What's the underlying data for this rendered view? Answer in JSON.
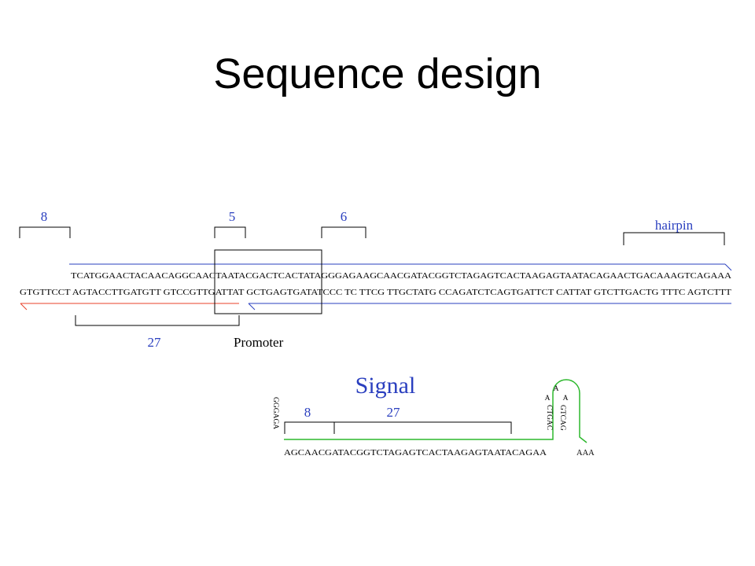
{
  "title": "Sequence design",
  "top_strand": "TCATGGAACTACAACAGGCAACTAATACGACTCACTATAGGGAGAAGCAACGATACGGTCTAGAGTCACTAAGAGTAATACAGAACTGACAAAGTCAGAAA",
  "bottom_strand": "GTGTTCCT AGTACCTTGATGTT GTCCGTTGATTAT GCTGAGTGATATCCC TC TTCG TTGCTATG CCAGATCTCAGTGATTCT CATTAT GTCTTGACTG TTTC AGTCTTT",
  "labels": {
    "n8": "8",
    "n5": "5",
    "n6": "6",
    "hairpin": "hairpin",
    "n27": "27",
    "promoter": "Promoter"
  },
  "signal": {
    "title": "Signal",
    "n8": "8",
    "n27": "27",
    "sequence": "AGCAACGATACGGTCTAGAGTCACTAAGAGTAATACAGAA",
    "tail": "AAA",
    "left_vertical": "GGGAGA",
    "stem_left": "CTGAC",
    "stem_right": "GTCAG",
    "loop_top": "A",
    "loop_left": "A",
    "loop_right": "A"
  },
  "colors": {
    "blue_strand": "#2a3fbf",
    "red_strand": "#e8402a",
    "green_signal": "#2db82d",
    "number_blue": "#2a3fbf"
  }
}
